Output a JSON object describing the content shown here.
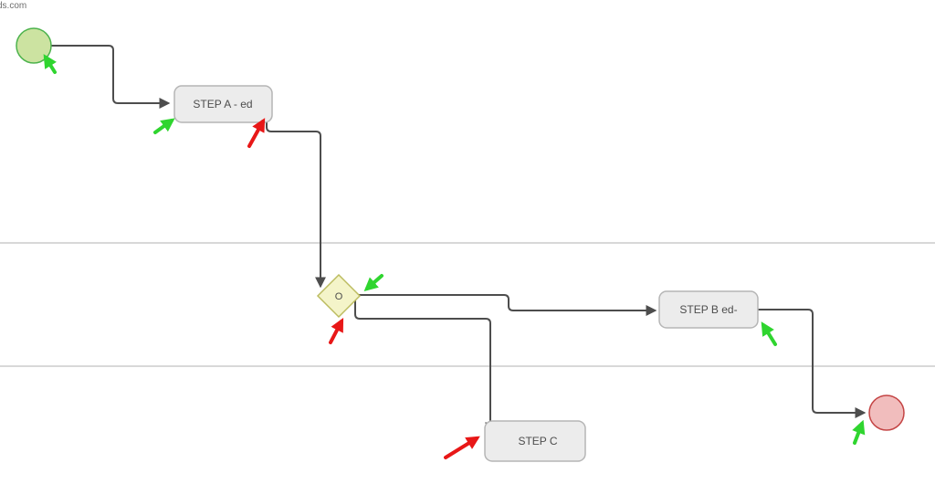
{
  "watermark": {
    "text": "ds.com"
  },
  "nodes": {
    "step_a_label": "STEP A - ed",
    "gateway_label": "O",
    "step_b_label": "STEP B ed-",
    "step_c_label": "STEP C"
  },
  "colors": {
    "connector": "#4d4d4d",
    "lane_line": "#d8d8d8",
    "task_fill": "#ececec",
    "task_stroke": "#b5b5b5",
    "task_text": "#4d4d4d",
    "gateway_fill": "#f4f4c9",
    "gateway_stroke": "#bcbc60",
    "gateway_text": "#4d4d4d",
    "start_fill": "#cce3a1",
    "start_stroke": "#4db34d",
    "end_fill": "#f1bdbd",
    "end_stroke": "#c44444",
    "annotation_green": "#2fd52f",
    "annotation_red": "#e81717",
    "watermark_text": "#6e6e6e"
  }
}
